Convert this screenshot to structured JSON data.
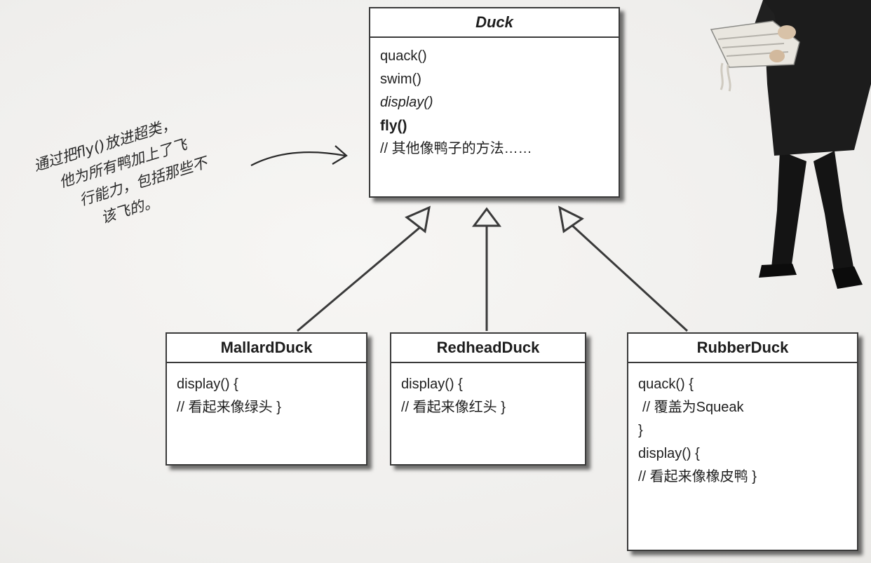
{
  "classes": {
    "duck": {
      "name": "Duck",
      "methods": [
        "quack()",
        "swim()",
        "display()",
        "fly()",
        "// 其他像鸭子的方法……"
      ]
    },
    "mallard": {
      "name": "MallardDuck",
      "lines": [
        "display() {",
        "// 看起来像绿头 }"
      ]
    },
    "redhead": {
      "name": "RedheadDuck",
      "lines": [
        "display() {",
        "// 看起来像红头 }"
      ]
    },
    "rubber": {
      "name": "RubberDuck",
      "lines": [
        "quack() {",
        " // 覆盖为Squeak",
        "}",
        "display() {",
        "// 看起来像橡皮鸭 }"
      ]
    }
  },
  "annotation": {
    "lines": [
      "通过把fly()放进超类，",
      "他为所有鸭加上了飞",
      "行能力，包括那些不",
      "该飞的。"
    ]
  },
  "colors": {
    "ink": "#1e1e1e",
    "box_fill": "#ffffff",
    "background": "#f1f0ee"
  },
  "icons": {
    "person": "standing-man-reading-paper-illustration",
    "arrow": "hand-drawn-curved-arrow-icon"
  }
}
